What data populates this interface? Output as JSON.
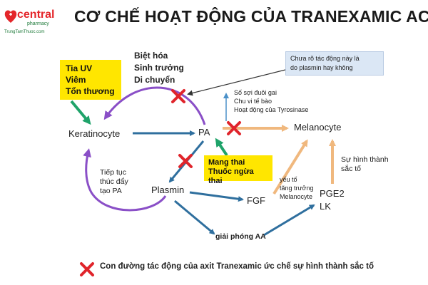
{
  "logo": {
    "brand": "central",
    "sub": "pharmacy",
    "site": "TrungTamThuoc.com"
  },
  "title": "CƠ CHẾ HOẠT ĐỘNG CỦA TRANEXAMIC ACID",
  "triggers": [
    "Tia UV",
    "Viêm",
    "Tổn thương"
  ],
  "effects": [
    "Biệt hóa",
    "Sinh trưởng",
    "Di chuyển"
  ],
  "note": [
    "Chưa rõ tác động này là",
    "do plasmin hay không"
  ],
  "pa_targets": [
    "Số sợi đuôi gai",
    "Chu vi tế bào",
    "Hoạt động của Tyrosinase"
  ],
  "nodes": {
    "keratinocyte": "Keratinocyte",
    "pa": "PA",
    "melanocyte": "Melanocyte",
    "plasmin": "Plasmin",
    "fgf": "FGF",
    "pge2": "PGE2",
    "lk": "LK",
    "aa": "giải phóng AA"
  },
  "hormones": [
    "Mang thai",
    "Thuốc ngừa thai"
  ],
  "feedback": [
    "Tiếp tục",
    "thúc đẩy",
    "tạo PA"
  ],
  "growth_factor": [
    "yếu tố",
    "tăng trưởng",
    "Melanocyte"
  ],
  "pigment": [
    "Sự hình thành",
    "sắc tố"
  ],
  "legend": "Con đường tác động của axit Tranexamic ức chế sự hình thành sắc tố",
  "colors": {
    "arrow_blue": "#2f6f9e",
    "arrow_orange": "#f0b87e",
    "arrow_green": "#1fa36a",
    "arc_purple": "#8a4fc7",
    "cross_red": "#e0242b",
    "highlight_yellow": "#ffe600"
  }
}
